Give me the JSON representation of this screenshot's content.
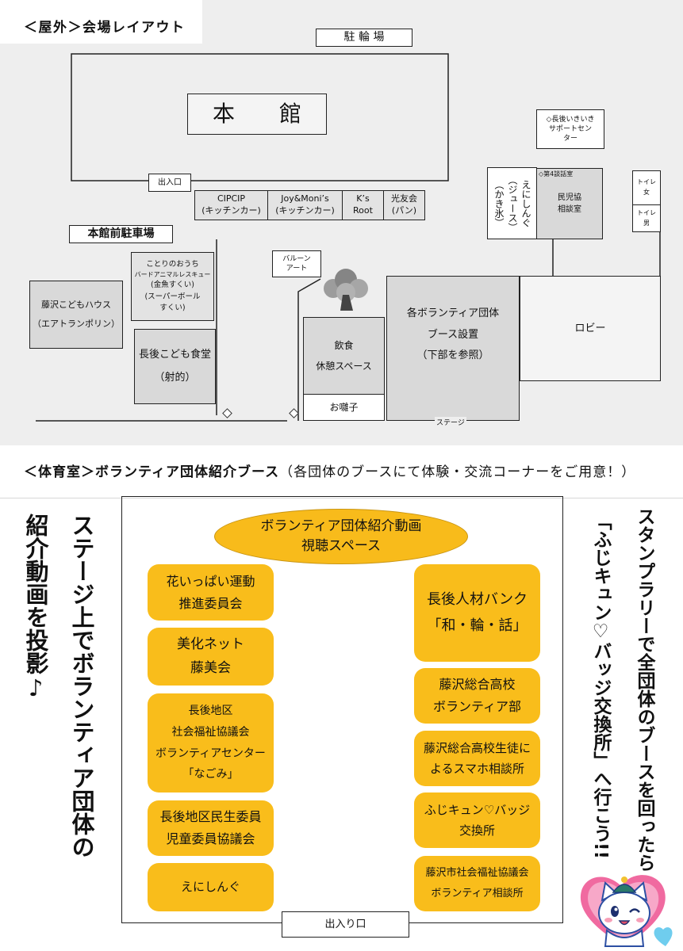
{
  "outdoor": {
    "title": "＜屋外＞会場レイアウト",
    "bicycle_parking": "駐 輪 場",
    "main_building": "本　　館",
    "entrance": "出入口",
    "stalls": [
      [
        "CIPCIP",
        "(キッチンカー)"
      ],
      [
        "Joy&Moni’s",
        "(キッチンカー)"
      ],
      [
        "K’s",
        "Root"
      ],
      [
        "光友会",
        "(パン)"
      ]
    ],
    "parking": "本館前駐車場",
    "kotori": [
      "ことりのおうち",
      "バードアニマルレスキュー",
      "(金魚すくい)",
      "(スーパーボール",
      "すくい)"
    ],
    "kodomo_house": [
      "藤沢こどもハウス",
      "（エアトランポリン）"
    ],
    "kodomo_shokudo": [
      "長後こども食堂",
      "（射的）"
    ],
    "balloon_art": [
      "バルーン",
      "アート"
    ],
    "food_rest": [
      "飲食",
      "休憩スペース"
    ],
    "ohayashi": "お囃子",
    "volunteer_booths": [
      "各ボランティア団体",
      "ブース設置",
      "（下部を参照）"
    ],
    "lobby": "ロビー",
    "stage": "ステージ",
    "support_center": [
      "◇長後いきいき",
      "サポートセン",
      "ター"
    ],
    "enishing": [
      "えにしんぐ",
      "（ジュース）",
      "（かき氷）"
    ],
    "meeting_room": "◇第4談話室",
    "minjikyo": [
      "民児協",
      "相談室"
    ],
    "toilet_women": [
      "トイレ",
      "女"
    ],
    "toilet_men": [
      "トイレ",
      "男"
    ]
  },
  "gym": {
    "heading": "＜体育室＞ボランティア団体紹介ブース",
    "heading_note": "（各団体のブースにて体験・交流コーナーをご用意！）",
    "left_message": [
      "ステージ上でボランティア団体の",
      "紹介動画を投影♪"
    ],
    "right_message": [
      "スタンプラリーで全団体のブースを回ったら",
      "「ふじキュン♡バッジ交換所」へ行こう!!"
    ],
    "video_space": [
      "ボランティア団体紹介動画",
      "視聴スペース"
    ],
    "left_booths": [
      [
        "花いっぱい運動",
        "推進委員会"
      ],
      [
        "美化ネット",
        "藤美会"
      ],
      [
        "長後地区",
        "社会福祉協議会",
        "ボランティアセンター",
        "「なごみ」"
      ],
      [
        "長後地区民生委員",
        "児童委員協議会"
      ],
      [
        "えにしんぐ"
      ]
    ],
    "right_booths": [
      [
        "長後人材バンク",
        "「和・輪・話」"
      ],
      [
        "藤沢総合高校",
        "ボランティア部"
      ],
      [
        "藤沢総合高校生徒に",
        "よるスマホ相談所"
      ],
      [
        "ふじキュン♡バッジ",
        "交換所"
      ],
      [
        "藤沢市社会福祉協議会",
        "ボランティア相談所"
      ]
    ],
    "entrance": "出入り口"
  },
  "icons": [
    "tree-icon",
    "diamond-icon",
    "fujikyun-mascot-icon"
  ],
  "colors": {
    "outdoor_background": "#eeeeee",
    "gray_area": "#d9d9d9",
    "booth": "#f9bd1b",
    "video_space": "#f8bb1b",
    "mascot_heart": "#f06aa0",
    "mascot_small_heart": "#6fcdee"
  }
}
